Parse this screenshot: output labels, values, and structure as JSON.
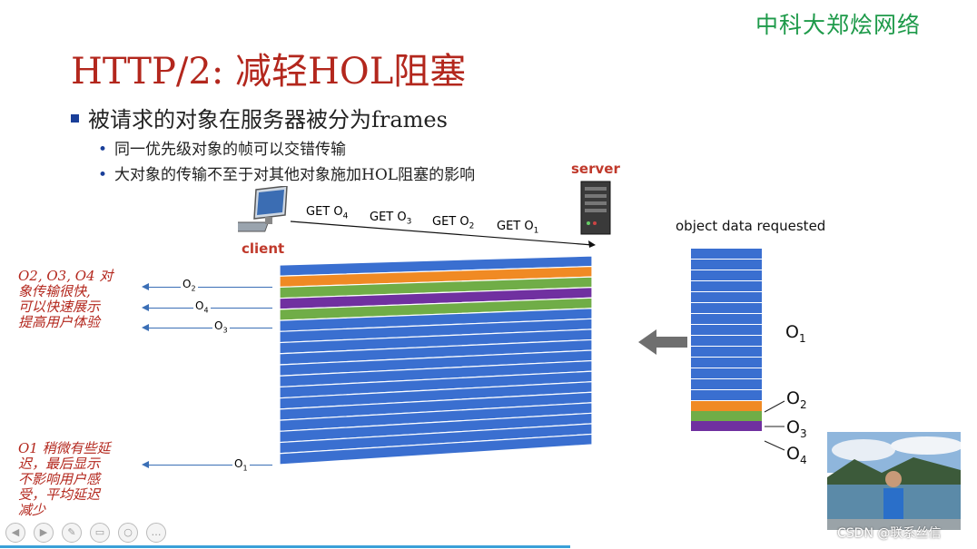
{
  "brand": "中科大郑烩网络",
  "slide": {
    "title": "HTTP/2: 减轻HOL阻塞",
    "bullet1": "被请求的对象在服务器被分为frames",
    "bullet2a": "同一优先级对象的帧可以交错传输",
    "bullet2b": "大对象的传输不至于对其他对象施加HOL阻塞的影响"
  },
  "diagram": {
    "server_label": "server",
    "client_label": "client",
    "requests": [
      {
        "text": "GET O",
        "sub": "4"
      },
      {
        "text": "GET O",
        "sub": "3"
      },
      {
        "text": "GET O",
        "sub": "2"
      },
      {
        "text": "GET O",
        "sub": "1"
      }
    ],
    "object_data_label": "object data requested",
    "arrivals": [
      {
        "text": "O",
        "sub": "2"
      },
      {
        "text": "O",
        "sub": "4"
      },
      {
        "text": "O",
        "sub": "3"
      },
      {
        "text": "O",
        "sub": "1"
      }
    ],
    "object_labels": [
      {
        "text": "O",
        "sub": "1"
      },
      {
        "text": "O",
        "sub": "2"
      },
      {
        "text": "O",
        "sub": "3"
      },
      {
        "text": "O",
        "sub": "4"
      }
    ],
    "colors": {
      "blue": "#3a6fd0",
      "orange": "#f08a24",
      "green": "#70ad47",
      "purple": "#7030a0"
    },
    "frame_sequence": [
      "blue",
      "orange",
      "green",
      "purple",
      "green",
      "blue",
      "blue",
      "blue",
      "blue",
      "blue",
      "blue",
      "blue",
      "blue",
      "blue",
      "blue",
      "blue",
      "blue",
      "blue"
    ],
    "column_sequence": [
      "blue",
      "blue",
      "blue",
      "blue",
      "blue",
      "blue",
      "blue",
      "blue",
      "blue",
      "blue",
      "blue",
      "blue",
      "blue",
      "blue",
      "orange",
      "green",
      "purple"
    ]
  },
  "notes": {
    "note1": [
      "O2, O3, O4 对",
      "象传输很快,",
      "可以快速展示",
      "提高用户体验"
    ],
    "note2": [
      "O1 稍微有些延",
      "迟，最后显示",
      "不影响用户感",
      "受，平均延迟",
      "减少"
    ]
  },
  "watermark": "CSDN @联系丝信"
}
